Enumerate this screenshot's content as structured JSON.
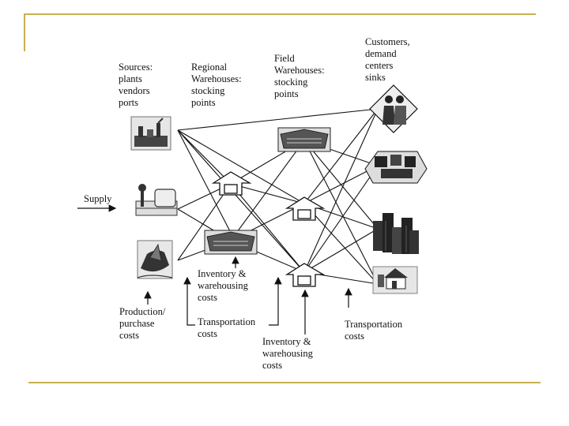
{
  "labels": {
    "sources": [
      "Sources:",
      "plants",
      "vendors",
      "ports"
    ],
    "regional": [
      "Regional",
      "Warehouses:",
      "stocking",
      "points"
    ],
    "field": [
      "Field",
      "Warehouses:",
      "stocking",
      "points"
    ],
    "customers": [
      "Customers,",
      "demand",
      "centers",
      "sinks"
    ],
    "supply": "Supply",
    "production_costs": [
      "Production/",
      "purchase",
      "costs"
    ],
    "inventory_costs_1": [
      "Inventory &",
      "warehousing",
      "costs"
    ],
    "transport_costs_1": [
      "Transportation",
      "costs"
    ],
    "inventory_costs_2": [
      "Inventory &",
      "warehousing",
      "costs"
    ],
    "transport_costs_2": [
      "Transportation",
      "costs"
    ]
  },
  "colors": {
    "rule": "#c8b050",
    "line": "#111111"
  },
  "icons": {
    "source_1": "factory-icon",
    "source_2": "refinery-icon",
    "source_3": "ship-port-icon",
    "regional_1": "warehouse-icon",
    "regional_2": "warehouse-building-icon",
    "field_1": "warehouse-building-icon",
    "field_2": "warehouse-icon",
    "field_3": "warehouse-icon",
    "customer_1": "people-icon",
    "customer_2": "shopping-center-icon",
    "customer_3": "city-buildings-icon",
    "customer_4": "house-icon"
  }
}
